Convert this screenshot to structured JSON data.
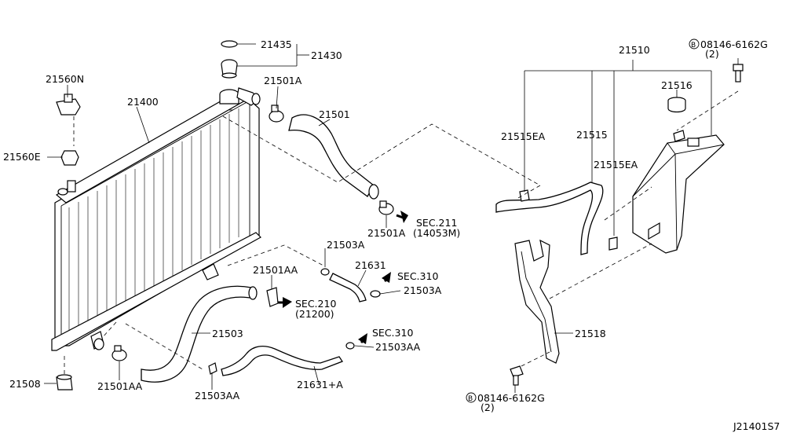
{
  "diagram_id": "J21401S7",
  "labels": {
    "p21435": "21435",
    "p21430": "21430",
    "p21560N": "21560N",
    "p21400": "21400",
    "p21501A_top": "21501A",
    "p21501": "21501",
    "p21560E": "21560E",
    "sec211_code": "SEC.211",
    "sec211_ref": "(14053M)",
    "p21501A_bottom": "21501A",
    "p21503A_top": "21503A",
    "p21631": "21631",
    "sec310_a": "SEC.310",
    "p21503A_right": "21503A",
    "p21501AA_mid": "21501AA",
    "sec210_code": "SEC.210",
    "sec210_ref": "(21200)",
    "p21503": "21503",
    "sec310_b": "SEC.310",
    "p21503AA_right": "21503AA",
    "p21508": "21508",
    "p21501AA_bottom": "21501AA",
    "p21503AA_bottom": "21503AA",
    "p21631A": "21631+A",
    "p21510": "21510",
    "bolt_top_code": "08146-6162G",
    "bolt_top_qty": "(2)",
    "p21516": "21516",
    "p21515EA_left": "21515EA",
    "p21515": "21515",
    "p21515EA_right": "21515EA",
    "p21518": "21518",
    "bolt_bottom_code": "08146-6162G",
    "bolt_bottom_qty": "(2)",
    "bolt_marker": "B"
  }
}
